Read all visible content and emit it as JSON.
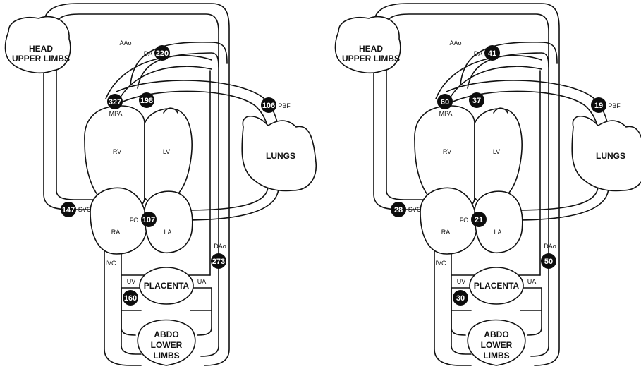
{
  "labels": {
    "head": [
      "HEAD",
      "UPPER LIMBS"
    ],
    "lungs": "LUNGS",
    "placenta": "PLACENTA",
    "abdo": [
      "ABDO",
      "LOWER",
      "LIMBS"
    ],
    "aao": "AAo",
    "da": "DA",
    "mpa": "MPA",
    "pbf": "PBF",
    "rv": "RV",
    "lv": "LV",
    "ra": "RA",
    "la": "LA",
    "fo": "FO",
    "svc": "SVC",
    "ivc": "IVC",
    "dao": "DAo",
    "uv": "UV",
    "ua": "UA"
  },
  "left_panel": {
    "da": "220",
    "mpa": "327",
    "aao": "198",
    "pbf": "106",
    "svc": "147",
    "fo": "107",
    "dao": "273",
    "uv": "160"
  },
  "right_panel": {
    "da": "41",
    "mpa": "60",
    "aao": "37",
    "pbf": "19",
    "svc": "28",
    "fo": "21",
    "dao": "50",
    "uv": "30"
  },
  "colors": {
    "line": "#111111",
    "badge": "#0d0d0d",
    "badge_text": "#ffffff"
  }
}
